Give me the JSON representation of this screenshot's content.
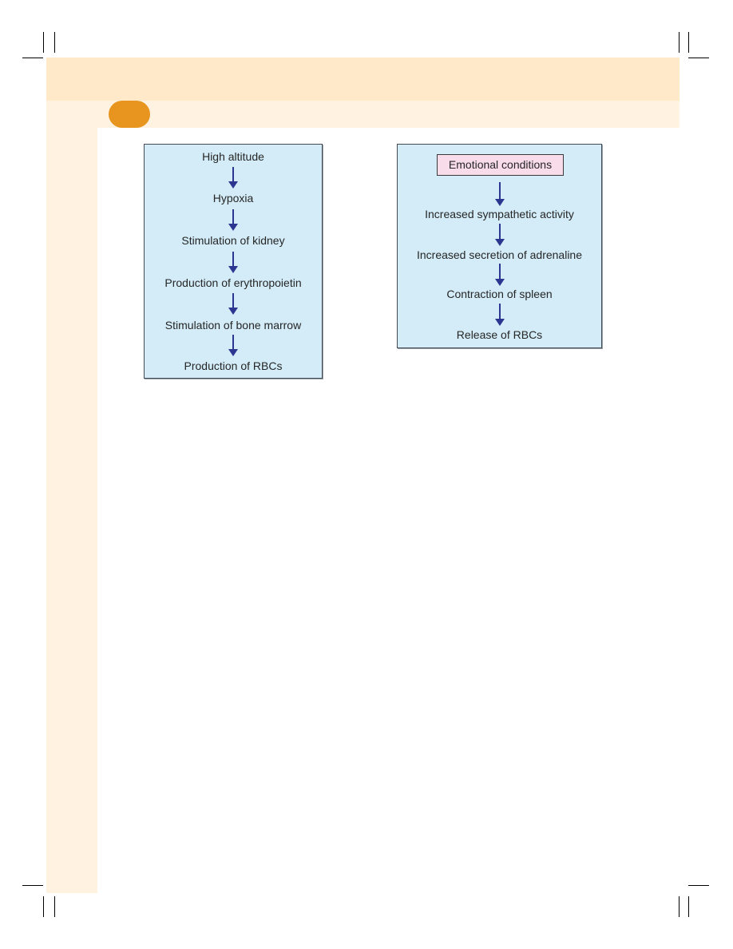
{
  "left_flow": {
    "steps": [
      "High altitude",
      "Hypoxia",
      "Stimulation of kidney",
      "Production of erythropoietin",
      "Stimulation of bone marrow",
      "Production of RBCs"
    ]
  },
  "right_flow": {
    "start": "Emotional conditions",
    "steps": [
      "Increased sympathetic activity",
      "Increased secretion of adrenaline",
      "Contraction of spleen",
      "Release of RBCs"
    ]
  },
  "colors": {
    "flow_box_fill": "#d3ecf8",
    "start_box_fill": "#f9dcea",
    "arrow": "#2c3590",
    "header_band": "#ffe9c9",
    "side_band": "#fff2e1",
    "badge": "#e8951f"
  }
}
